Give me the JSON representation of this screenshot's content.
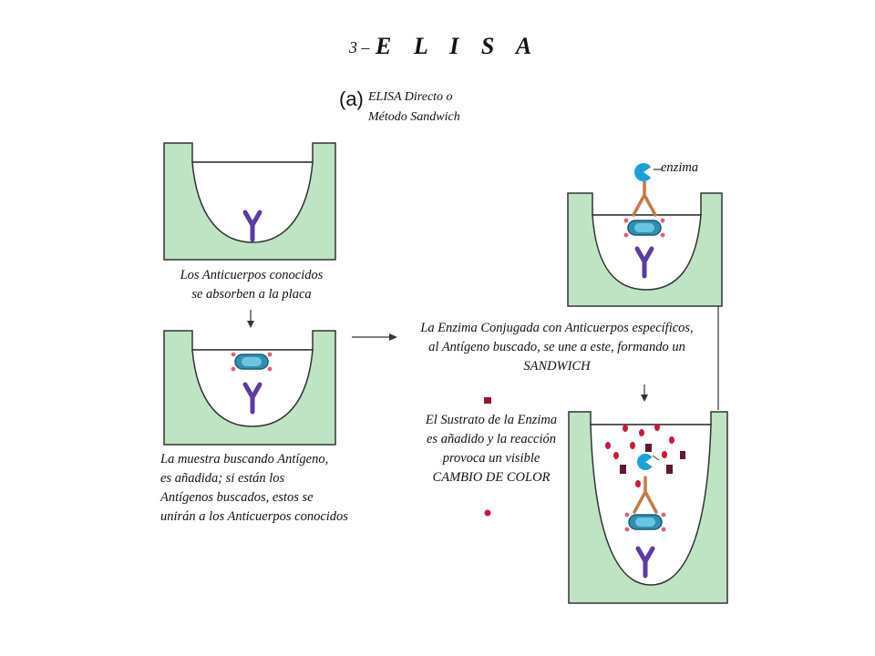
{
  "title": {
    "number": "3 –",
    "text": "E L I S A"
  },
  "panel": {
    "letter": "(a)",
    "subtitle_line1": "ELISA Directo o",
    "subtitle_line2": "Método Sandwich"
  },
  "steps": {
    "step1": [
      "Los Anticuerpos conocidos",
      "se absorben a la placa"
    ],
    "step2": [
      "La muestra buscando Antígeno,",
      "es añadida; si están los",
      "Antígenos buscados, estos se",
      "unirán a los Anticuerpos conocidos"
    ],
    "step3": [
      "La Enzima Conjugada con Anticuerpos específicos,",
      "al Antígeno buscado, se une a este, formando un",
      "SANDWICH"
    ],
    "step4": [
      "El Sustrato de la Enzima",
      "es añadido y la reacción",
      "provoca un visible",
      "CAMBIO DE COLOR"
    ]
  },
  "labels": {
    "enzyme": "enzima"
  },
  "colors": {
    "well_fill": "#bfe4c4",
    "antibody": "#5b3aa6",
    "antigen": "#2f8fb0",
    "conjugate": "#c77a45",
    "enzyme": "#1aa2d8",
    "substrate_red": "#d0173b",
    "product_dark": "#5e1a30"
  }
}
